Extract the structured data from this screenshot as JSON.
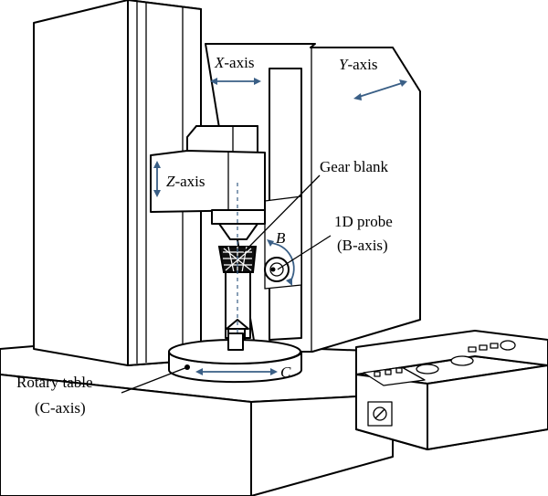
{
  "labels": {
    "x_axis": {
      "symbol": "X",
      "suffix": "-axis"
    },
    "y_axis": {
      "symbol": "Y",
      "suffix": "-axis"
    },
    "z_axis": {
      "symbol": "Z",
      "suffix": "-axis"
    },
    "gear_blank": "Gear blank",
    "probe_line1": "1D probe",
    "probe_line2": "(B-axis)",
    "b_symbol": "B",
    "c_symbol": "C",
    "rotary_line1": "Rotary table",
    "rotary_line2": "(C-axis)"
  },
  "colors": {
    "outline": "#000000",
    "arrow": "#3a5f86",
    "background": "#ffffff"
  },
  "icons": {
    "switch": "key-switch-icon",
    "probe": "probe-sensor-icon"
  }
}
